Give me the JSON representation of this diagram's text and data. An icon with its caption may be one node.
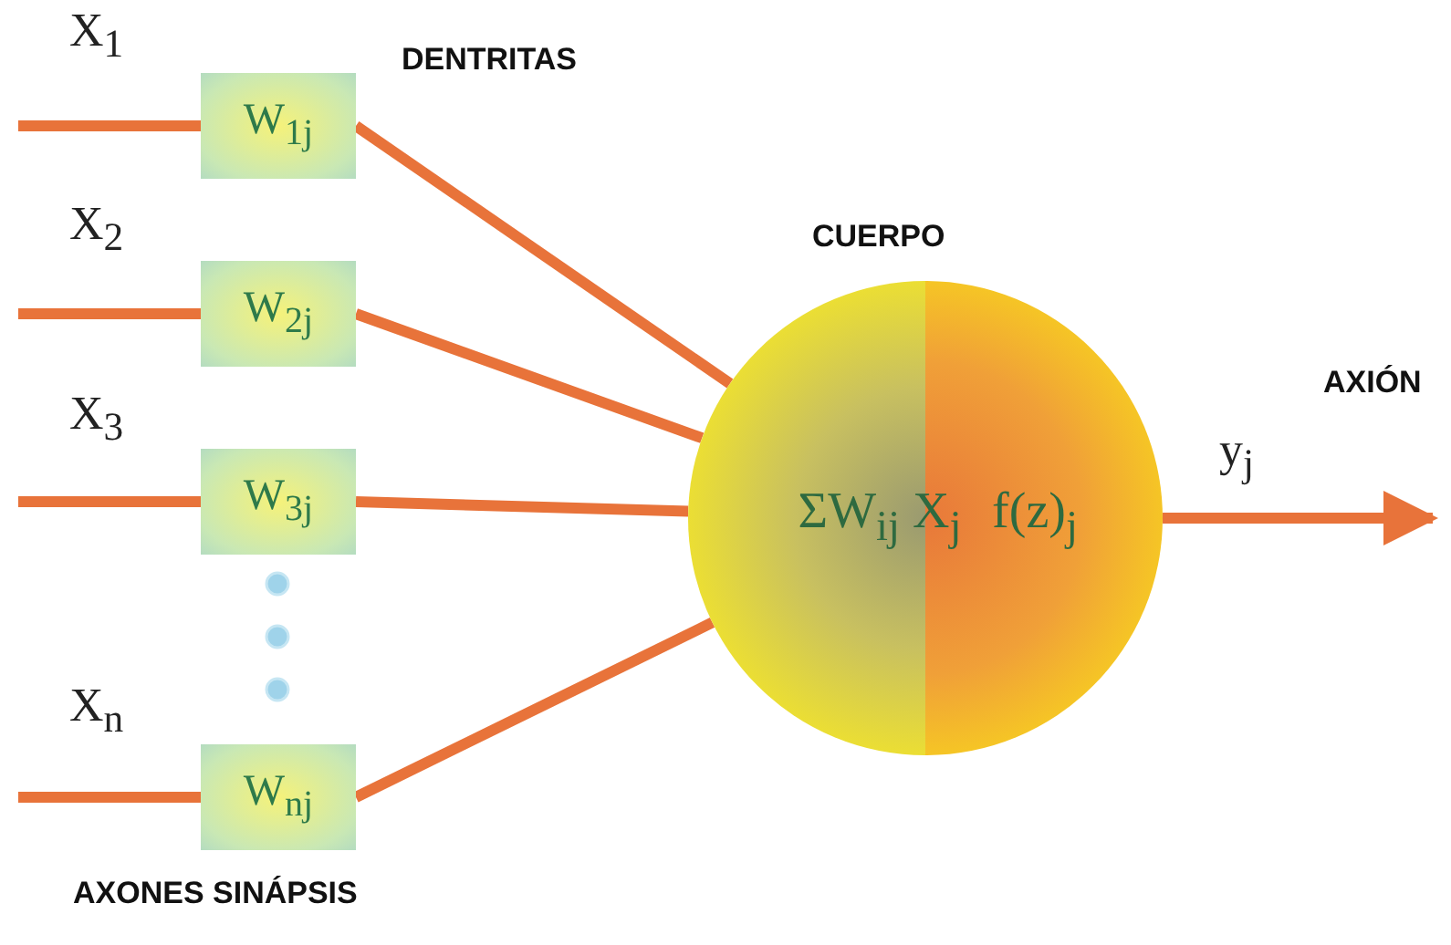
{
  "diagram": {
    "nodes": [
      {
        "text": [
          "W$_{1j}$"
        ]
      },
      {
        "text": [
          "W$_{2j}$"
        ]
      },
      {
        "text": [
          "W$_{3j}$"
        ]
      },
      {
        "text": [
          "W$_{nj}$"
        ]
      },
      {
        "text": [
          "ΣW$_{ij}$ X$_{j}$",
          "f(z)$_{j}$"
        ],
        "beside": [
          "CUERPO"
        ]
      }
    ],
    "edges": [
      {
        "from": null,
        "to": 0,
        "arrow": "none",
        "label": "X$_{1}$"
      },
      {
        "from": null,
        "to": 1,
        "arrow": "none",
        "label": "X$_{2}$"
      },
      {
        "from": null,
        "to": 2,
        "arrow": "none",
        "label": "X$_{3}$"
      },
      {
        "from": null,
        "to": 3,
        "arrow": "none",
        "label": "X$_{n}$"
      },
      {
        "from": 0,
        "to": 4,
        "arrow": "none"
      },
      {
        "from": 1,
        "to": 4,
        "arrow": "none"
      },
      {
        "from": 2,
        "to": 4,
        "arrow": "none"
      },
      {
        "from": 3,
        "to": 4,
        "arrow": "none"
      },
      {
        "from": 4,
        "to": null,
        "arrow": "to",
        "label": "y$_{j}$"
      }
    ],
    "labels": [
      "DENTRITAS",
      "AXIÓN",
      "AXONES SINÁPSIS"
    ]
  }
}
